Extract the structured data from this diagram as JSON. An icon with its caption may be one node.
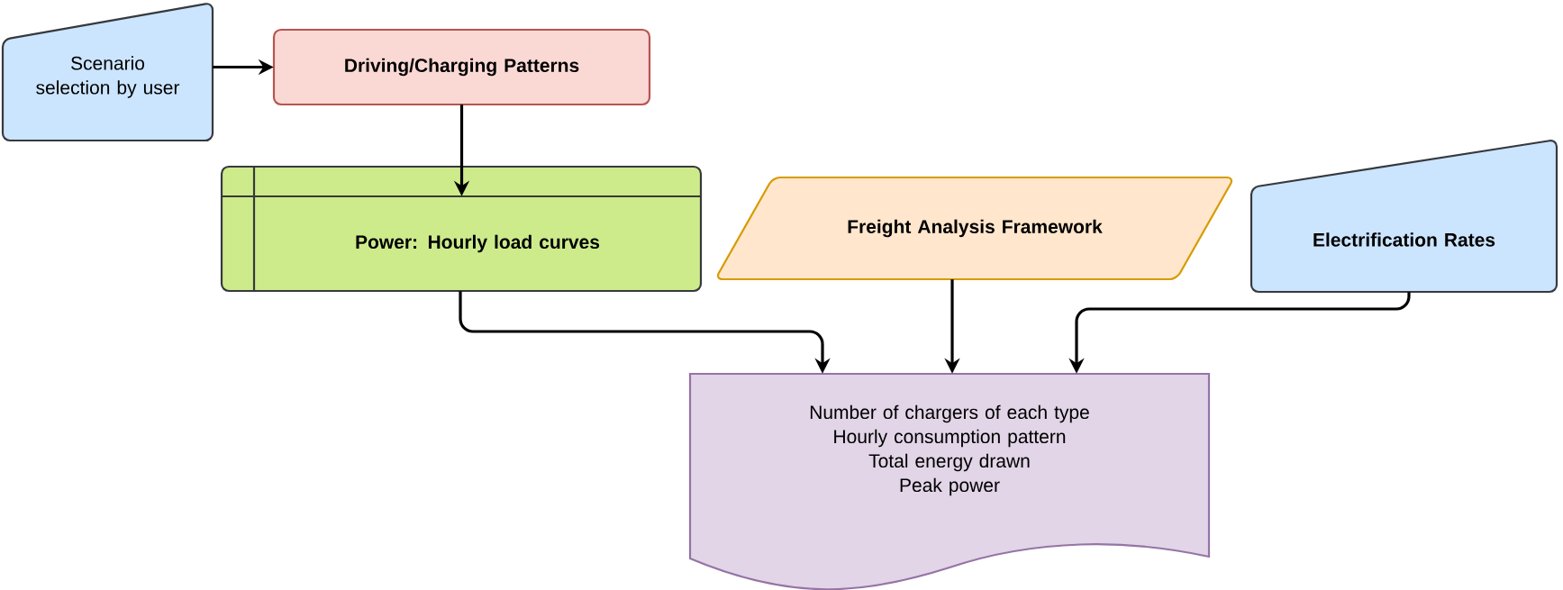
{
  "diagram": {
    "nodes": [
      {
        "text": [
          "Scenario selection by user"
        ]
      },
      {
        "text": [
          "Driving/Charging Patterns"
        ]
      },
      {
        "text": [
          "Power: Hourly load curves"
        ]
      },
      {
        "text": [
          "Freight Analysis Framework"
        ]
      },
      {
        "text": [
          "Electrification Rates"
        ]
      },
      {
        "text": [
          "Number of chargers of each type",
          "Hourly consumption pattern",
          "Total energy drawn",
          "Peak power"
        ]
      }
    ],
    "edges": [
      {
        "from": 0,
        "to": 1,
        "arrow": "to"
      },
      {
        "from": 1,
        "to": 2,
        "arrow": "to"
      },
      {
        "from": 2,
        "to": 5,
        "arrow": "to"
      },
      {
        "from": 3,
        "to": 5,
        "arrow": "to"
      },
      {
        "from": 4,
        "to": 5,
        "arrow": "to"
      }
    ]
  }
}
